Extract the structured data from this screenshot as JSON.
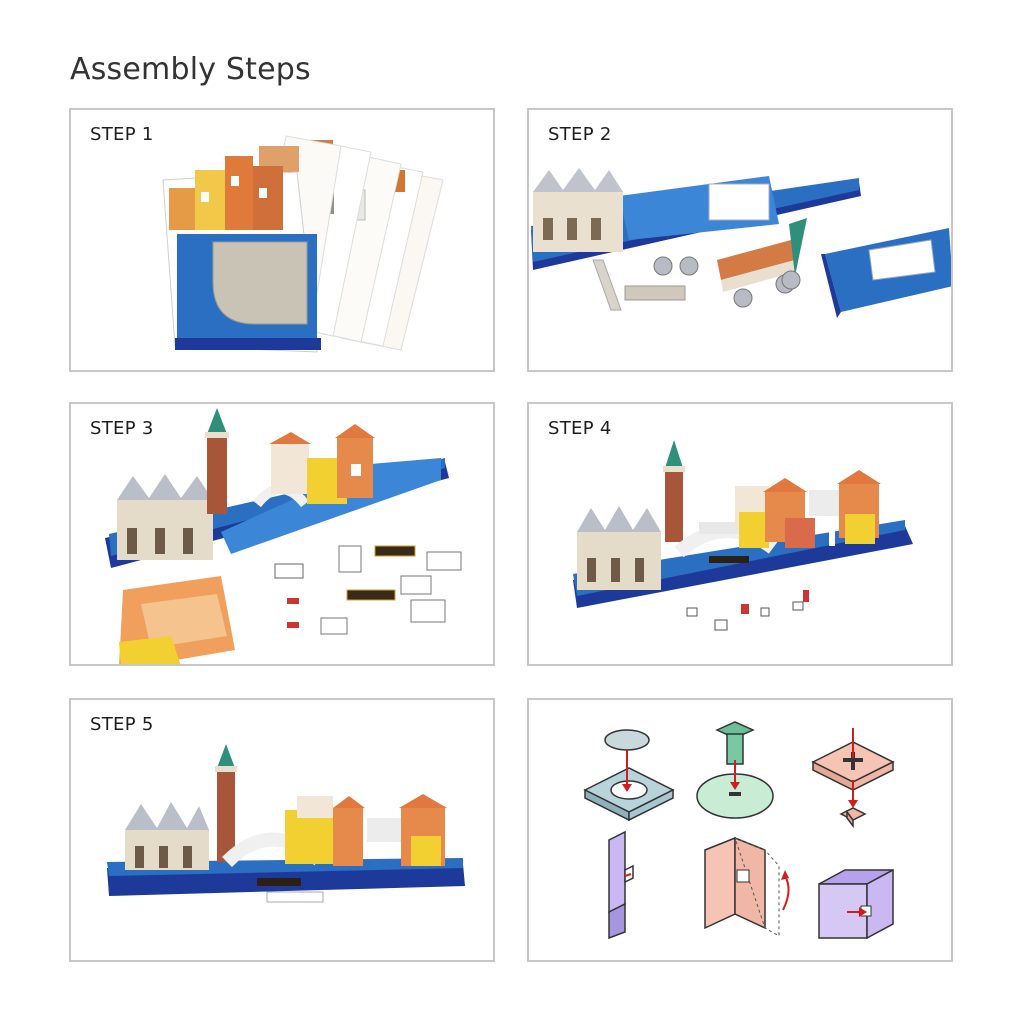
{
  "page": {
    "title": "Assembly Steps"
  },
  "steps": [
    {
      "label": "STEP 1"
    },
    {
      "label": "STEP 2"
    },
    {
      "label": "STEP 3"
    },
    {
      "label": "STEP 4"
    },
    {
      "label": "STEP 5"
    }
  ],
  "colors": {
    "border": "#c7c7c7",
    "water": "#2b6fc2",
    "base": "#1d3a9b",
    "roof": "#e07840",
    "yellow": "#f2d031",
    "tower": "#a8563a",
    "teal": "#2f8f7b"
  }
}
